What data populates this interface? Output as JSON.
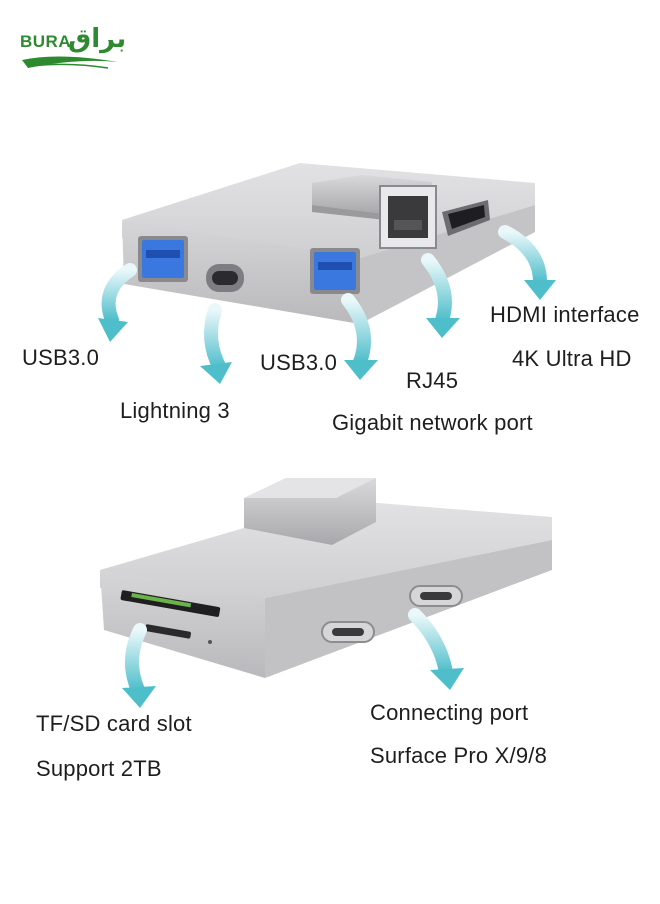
{
  "brand": {
    "latin": "BURA",
    "arabic": "براق"
  },
  "top_device": {
    "labels": {
      "usb_left": "USB3.0",
      "lightning": "Lightning 3",
      "usb_right": "USB3.0",
      "rj45_title": "RJ45",
      "rj45_desc": "Gigabit network port",
      "hdmi_title": "HDMI interface",
      "hdmi_desc": "4K Ultra HD"
    }
  },
  "bottom_device": {
    "labels": {
      "card_title": "TF/SD card slot",
      "card_desc": "Support 2TB",
      "conn_title": "Connecting port",
      "conn_desc": "Surface Pro X/9/8"
    }
  },
  "colors": {
    "arrow": "#5fc3cf",
    "body": "#c9c9cb",
    "usb_blue": "#2f6fd6",
    "brand_green": "#2e8a2e"
  }
}
